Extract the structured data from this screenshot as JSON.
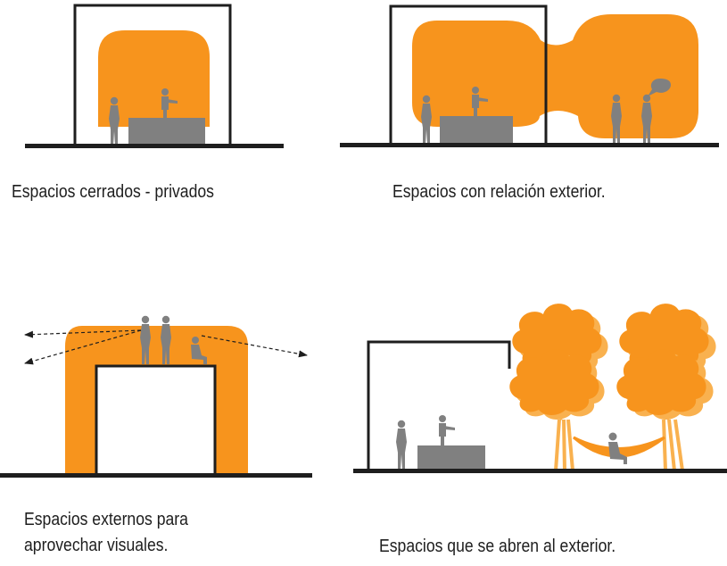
{
  "diagram": {
    "colors": {
      "accent_orange": "#F7941D",
      "light_orange": "#F9B14F",
      "person_gray": "#808080",
      "furniture_gray": "#808080",
      "line_black": "#1e1e1e",
      "text": "#1e1e1e"
    },
    "panels": [
      {
        "id": "closed",
        "caption": "Espacios cerrados - privados",
        "elements": [
          "ground-line",
          "room-outline",
          "orange-space",
          "standing-person",
          "person-at-table",
          "table"
        ]
      },
      {
        "id": "exterior-relation",
        "caption": "Espacios con relación exterior.",
        "elements": [
          "ground-line",
          "room-outline",
          "orange-connected-space",
          "standing-person",
          "person-at-table",
          "table",
          "talking-people",
          "speech-bubble"
        ]
      },
      {
        "id": "external-views",
        "caption_lines": [
          "Espacios externos para",
          "aprovechar visuales."
        ],
        "elements": [
          "ground-line",
          "orange-arch",
          "rooftop-people",
          "view-arrows"
        ]
      },
      {
        "id": "open-to-exterior",
        "caption": "Espacios que se abren al exterior.",
        "elements": [
          "ground-line",
          "room-outline",
          "standing-person",
          "person-at-table",
          "table",
          "trees",
          "hammock",
          "person-in-hammock"
        ]
      }
    ]
  }
}
